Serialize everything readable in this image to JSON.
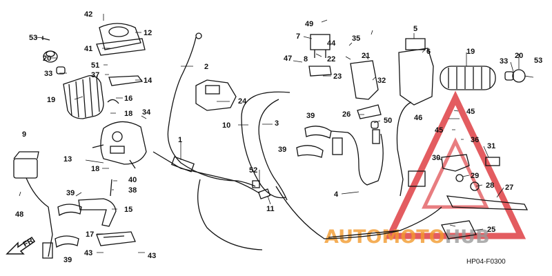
{
  "diagram": {
    "code": "HP04-F0300",
    "watermark": {
      "part1": "AUTO",
      "part2": "MOTO",
      "part3": "HUB"
    },
    "fr_label": "FR.",
    "callouts": [
      "1",
      "2",
      "3",
      "4",
      "5",
      "6",
      "7",
      "8",
      "9",
      "10",
      "11",
      "12",
      "13",
      "14",
      "15",
      "16",
      "17",
      "18",
      "19",
      "20",
      "21",
      "22",
      "23",
      "24",
      "25",
      "26",
      "27",
      "28",
      "29",
      "30",
      "31",
      "32",
      "33",
      "34",
      "35",
      "36",
      "37",
      "38",
      "39",
      "40",
      "41",
      "42",
      "43",
      "44",
      "45",
      "46",
      "47",
      "48",
      "49",
      "50",
      "51",
      "52",
      "53"
    ],
    "colors": {
      "line": "#111111",
      "watermark_red": "#d9262b",
      "watermark_orange": "#f29a2e",
      "watermark_gray": "#9a9a9a"
    }
  }
}
